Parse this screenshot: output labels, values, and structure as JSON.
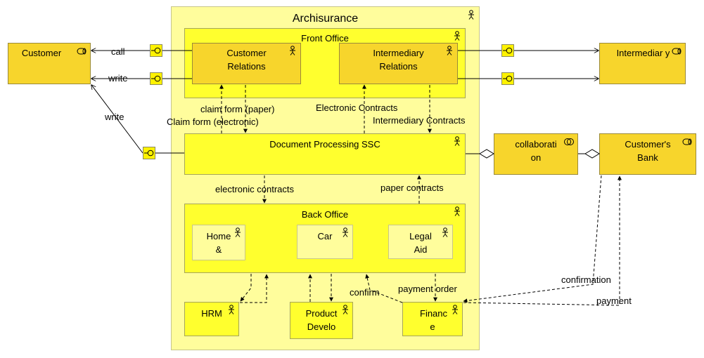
{
  "diagram": {
    "title": "Archisurance",
    "nodes": {
      "front_office": "Front Office",
      "customer_relations": "Customer Relations",
      "intermediary_relations": "Intermediary Relations",
      "document_processing": "Document Processing SSC",
      "back_office": "Back Office",
      "home": "Home &",
      "car": "Car",
      "legal_aid": "Legal Aid",
      "hrm": "HRM",
      "product_develo": "Product Develo",
      "finance": "Financ e",
      "customer": "Customer",
      "intermediary": "Intermediar y",
      "collaboration": "collaborati on",
      "customers_bank": "Customer's Bank"
    },
    "relations": {
      "call": "call",
      "write1": "write",
      "write2": "write",
      "claim_paper": "claim form (paper)",
      "claim_electronic": "Claim form (electronic)",
      "electronic_contracts_up": "Electronic Contracts",
      "intermediary_contracts": "Intermediary Contracts",
      "electronic_contracts_down": "electronic contracts",
      "paper_contracts": "paper contracts",
      "confirm": "confirm",
      "payment_order": "payment order",
      "confirmation": "confirmation",
      "payment": "payment"
    }
  }
}
